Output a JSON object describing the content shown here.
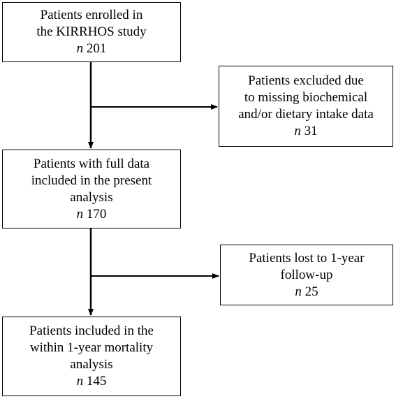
{
  "boxes": {
    "enrolled": {
      "lines": [
        "Patients enrolled in",
        "the KIRRHOS study"
      ],
      "n_label": "n",
      "n_value": "201"
    },
    "excluded": {
      "lines": [
        "Patients excluded due",
        "to missing biochemical",
        "and/or dietary intake data"
      ],
      "n_label": "n",
      "n_value": "31"
    },
    "full_data": {
      "lines": [
        "Patients with full data",
        "included in the present",
        "analysis"
      ],
      "n_label": "n",
      "n_value": "170"
    },
    "lost": {
      "lines": [
        "Patients lost to 1-year",
        "follow-up"
      ],
      "n_label": "n",
      "n_value": "25"
    },
    "mortality": {
      "lines": [
        "Patients included in the",
        "within 1-year mortality",
        "analysis"
      ],
      "n_label": "n",
      "n_value": "145"
    }
  },
  "colors": {
    "stroke": "#000000",
    "background": "#ffffff"
  }
}
